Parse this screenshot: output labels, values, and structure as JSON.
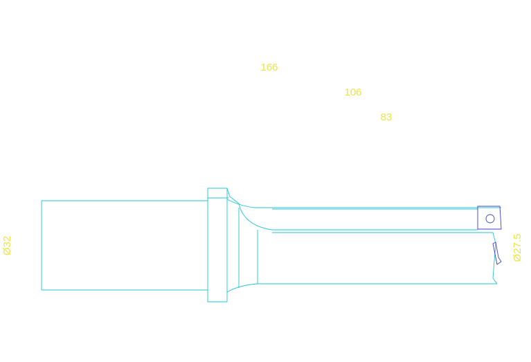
{
  "dimensions": {
    "overall_length": "166",
    "body_length": "106",
    "flute_length": "83",
    "shank_diameter": "Ø32",
    "drill_diameter": "Ø27.5"
  },
  "colors": {
    "background": "#ffffff",
    "dimension": "#ffffff",
    "dimension_text": "#e8e44a",
    "part_outline": "#22c4d6",
    "insert_outline": "#3d3dc8"
  }
}
